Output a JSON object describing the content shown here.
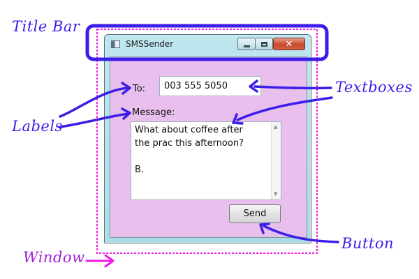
{
  "annotations": {
    "title_bar": "Title Bar",
    "textboxes": "Textboxes",
    "labels": "Labels",
    "button": "Button",
    "window": "Window"
  },
  "annotation_colors": {
    "primary": "#3d1ee8",
    "window": "#ee1ee8"
  },
  "window": {
    "title": "SMSSender",
    "title_bar_icons": [
      "app-icon",
      "minimize-icon",
      "maximize-icon",
      "close-icon"
    ]
  },
  "form": {
    "to_label": "To:",
    "to_value": "003 555 5050",
    "message_label": "Message:",
    "message_value": "What about coffee after\nthe prac this afternoon?\n\nB.",
    "send_label": "Send"
  },
  "colors": {
    "client_background": "#e9bfee",
    "title_bar": "#bfe6ee",
    "close_button": "#c6472c"
  }
}
